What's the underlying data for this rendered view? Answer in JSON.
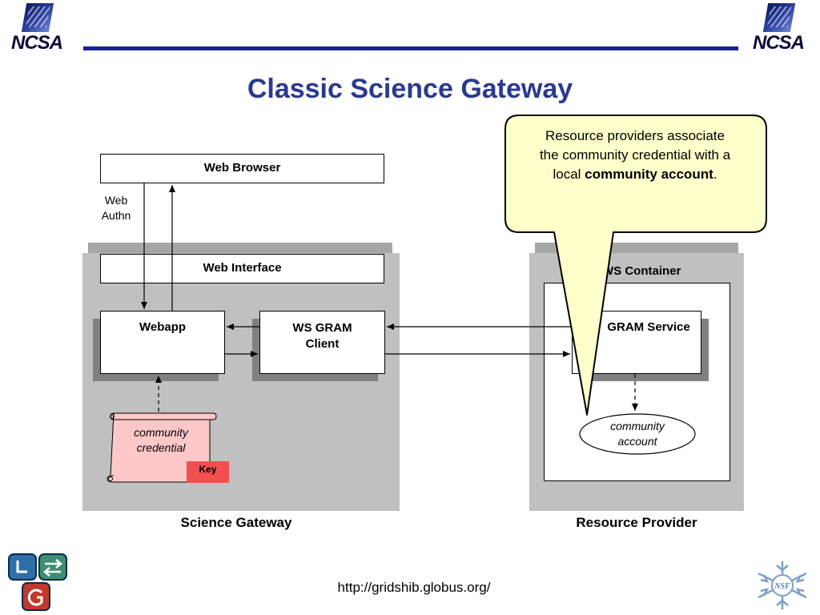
{
  "header": {
    "logo_left": "NCSA",
    "logo_right": "NCSA",
    "title": "Classic Science Gateway"
  },
  "browser": {
    "label": "Web Browser",
    "auth_label_line1": "Web",
    "auth_label_line2": "Authn"
  },
  "science_gateway": {
    "caption": "Science Gateway",
    "web_interface": "Web Interface",
    "webapp": "Webapp",
    "ws_gram_client_line1": "WS GRAM",
    "ws_gram_client_line2": "Client",
    "credential_line1": "community",
    "credential_line2": "credential",
    "key_label": "Key"
  },
  "resource_provider": {
    "caption": "Resource Provider",
    "ws_container": "WS Container",
    "gram_service": "GRAM Service",
    "account_line1": "community",
    "account_line2": "account"
  },
  "callout": {
    "line1": "Resource providers associate",
    "line2": "the community credential with a",
    "line3_prefix": "local ",
    "line3_bold": "community account",
    "line3_suffix": "."
  },
  "footer": {
    "url": "http://gridshib.globus.org/",
    "right_logo_text": "NSF"
  },
  "colors": {
    "title": "#2b3990",
    "rule": "#1b1f9c",
    "region": "#c0c0c0",
    "callout_fill": "#ffffcc",
    "credential_fill": "#ffc8c8",
    "key_fill": "#f25050"
  }
}
